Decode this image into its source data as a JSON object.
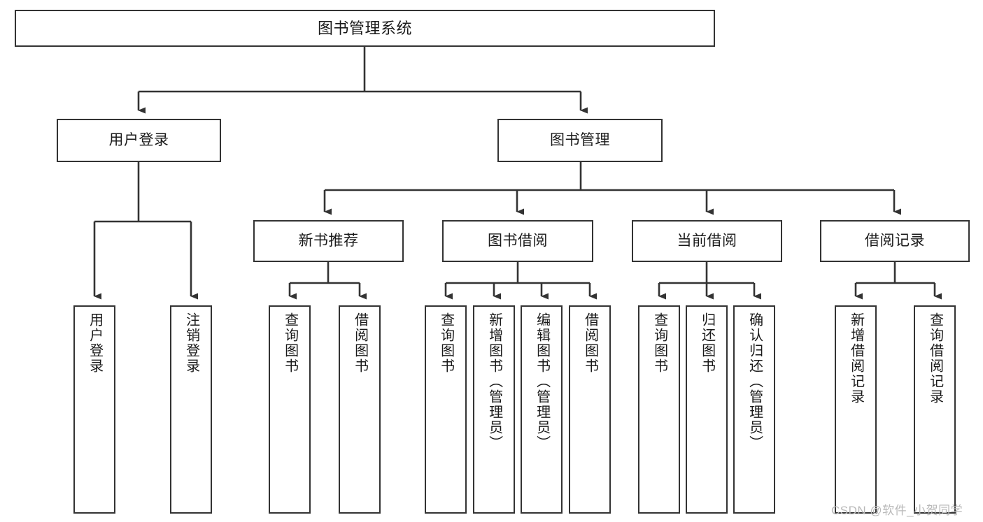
{
  "diagram": {
    "title": "图书管理系统",
    "type": "tree-hierarchy",
    "watermark": "CSDN @软件_小贺同学",
    "colors": {
      "box_border": "#333333",
      "box_fill": "#ffffff",
      "connector": "#333333",
      "text": "#1a1a1a",
      "watermark": "#b9b9b9",
      "background": "#ffffff"
    },
    "levels": {
      "root": {
        "label": "图书管理系统"
      },
      "level2": [
        {
          "label": "用户登录"
        },
        {
          "label": "图书管理"
        }
      ],
      "level3": [
        {
          "label": "新书推荐"
        },
        {
          "label": "图书借阅"
        },
        {
          "label": "当前借阅"
        },
        {
          "label": "借阅记录"
        }
      ],
      "leaves": {
        "user_login": [
          {
            "label": "用户登录"
          },
          {
            "label": "注销登录"
          }
        ],
        "new_book_recommend": [
          {
            "label": "查询图书"
          },
          {
            "label": "借阅图书"
          }
        ],
        "book_borrow": [
          {
            "label": "查询图书"
          },
          {
            "label": "新增图书（管理员）"
          },
          {
            "label": "编辑图书（管理员）"
          },
          {
            "label": "借阅图书"
          }
        ],
        "current_borrow": [
          {
            "label": "查询图书"
          },
          {
            "label": "归还图书"
          },
          {
            "label": "确认归还（管理员）"
          }
        ],
        "borrow_records": [
          {
            "label": "新增借阅记录"
          },
          {
            "label": "查询借阅记录"
          }
        ]
      }
    }
  }
}
